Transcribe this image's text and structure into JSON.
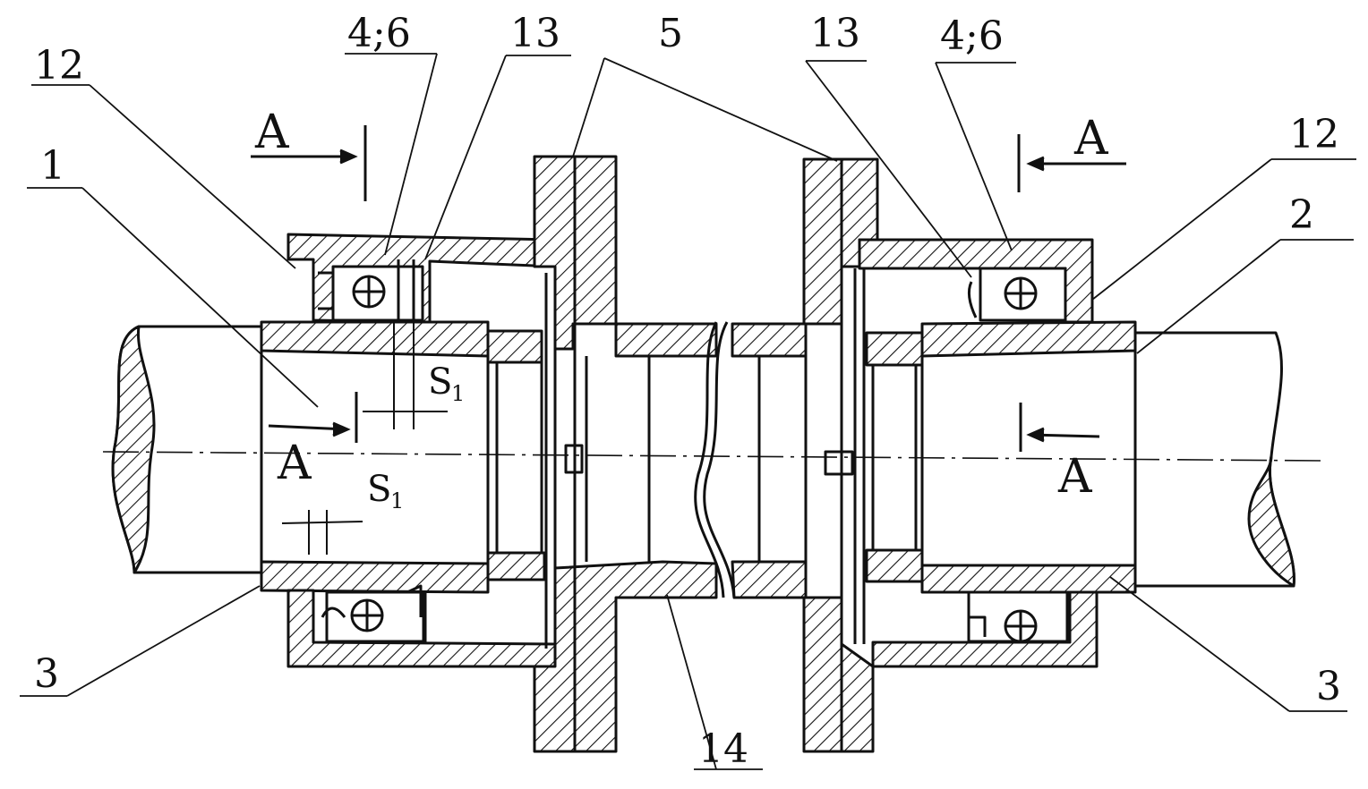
{
  "labels": {
    "part_1": "1",
    "part_2": "2",
    "part_3_left": "3",
    "part_3_right": "3",
    "part_4_6_left": "4;6",
    "part_4_6_right": "4;6",
    "part_5": "5",
    "part_12_left": "12",
    "part_12_right": "12",
    "part_13_left": "13",
    "part_13_right": "13",
    "part_14": "14"
  },
  "section_marks": {
    "top_left": "A",
    "top_right": "A",
    "mid_left": "A",
    "mid_right": "A"
  },
  "gaps": {
    "s1_upper": {
      "letter": "S",
      "index": "1"
    },
    "s1_lower": {
      "letter": "S",
      "index": "1"
    }
  },
  "colors": {
    "ink": "#111111",
    "paper": "#ffffff"
  }
}
